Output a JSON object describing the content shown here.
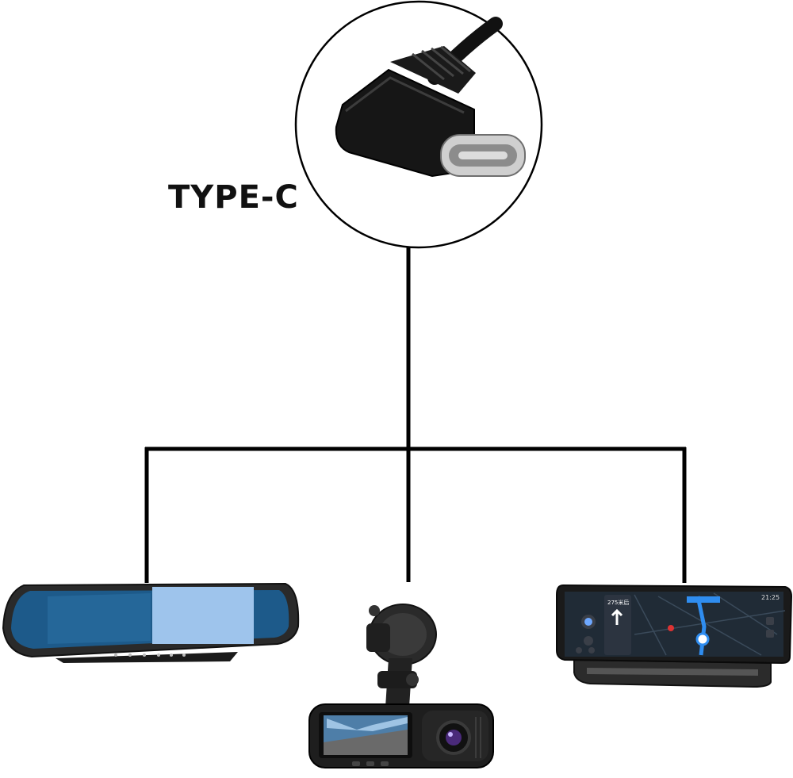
{
  "connector": {
    "label": "TYPE-C",
    "icon": "usb-c-right-angle-cable-icon"
  },
  "devices": [
    {
      "name": "mirror-dashcam",
      "icon": "rearview-mirror-camera-icon"
    },
    {
      "name": "dual-lens-dashcam",
      "icon": "dashcam-icon"
    },
    {
      "name": "dashboard-navigator",
      "icon": "dashboard-navigation-screen-icon"
    }
  ],
  "navigator_screen": {
    "time": "21:25",
    "distance": "275米后"
  },
  "colors": {
    "line": "#000000",
    "mirror_screen": "#9ec4ec",
    "mirror_glass": "#1d5a8a",
    "device_body": "#222222",
    "nav_route": "#2f8df0"
  }
}
